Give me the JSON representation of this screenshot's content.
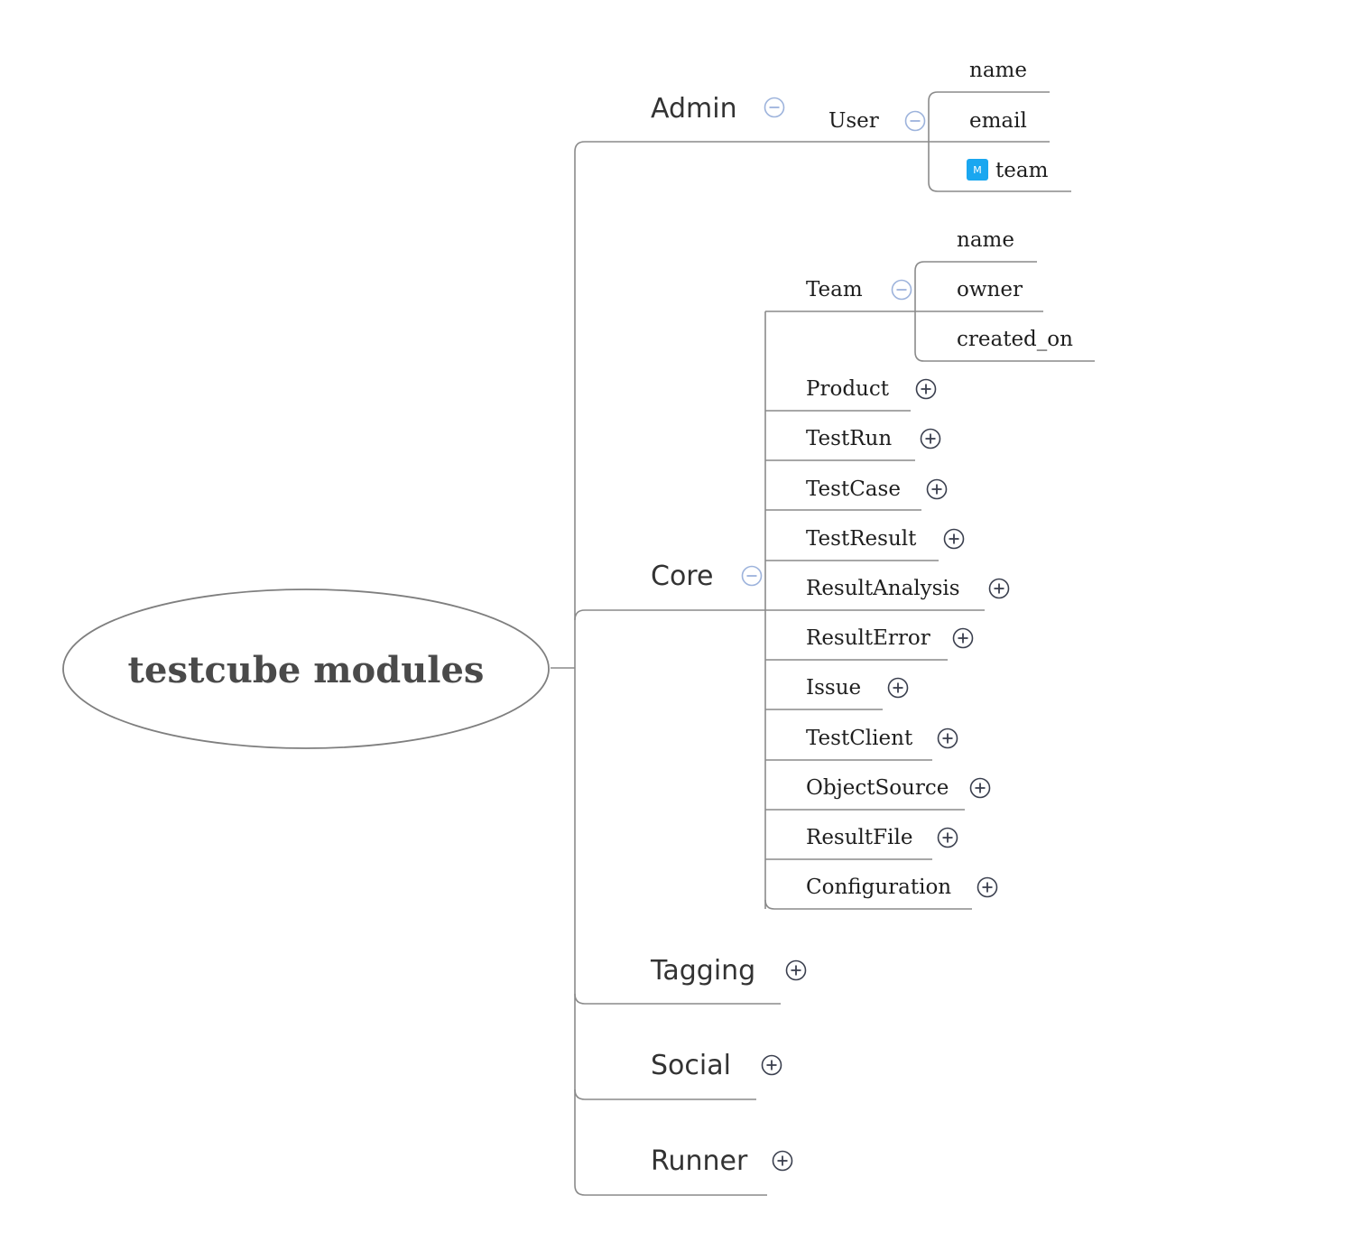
{
  "root": {
    "label": "testcube modules"
  },
  "branches": [
    {
      "label": "Admin",
      "toggle": "minus",
      "children": [
        {
          "label": "User",
          "toggle": "minus",
          "children": [
            {
              "label": "name"
            },
            {
              "label": "email"
            },
            {
              "label": "team",
              "marker": {
                "icon": "marker-icon",
                "letter": "M",
                "color": "#1aa7f0"
              }
            }
          ]
        }
      ]
    },
    {
      "label": "Core",
      "toggle": "minus",
      "children": [
        {
          "label": "Team",
          "toggle": "minus",
          "children": [
            {
              "label": "name"
            },
            {
              "label": "owner"
            },
            {
              "label": "created_on"
            }
          ]
        },
        {
          "label": "Product",
          "toggle": "plus"
        },
        {
          "label": "TestRun",
          "toggle": "plus"
        },
        {
          "label": "TestCase",
          "toggle": "plus"
        },
        {
          "label": "TestResult",
          "toggle": "plus"
        },
        {
          "label": "ResultAnalysis",
          "toggle": "plus"
        },
        {
          "label": "ResultError",
          "toggle": "plus"
        },
        {
          "label": "Issue",
          "toggle": "plus"
        },
        {
          "label": "TestClient",
          "toggle": "plus"
        },
        {
          "label": "ObjectSource",
          "toggle": "plus"
        },
        {
          "label": "ResultFile",
          "toggle": "plus"
        },
        {
          "label": "Configuration",
          "toggle": "plus"
        }
      ]
    },
    {
      "label": "Tagging",
      "toggle": "plus",
      "children": []
    },
    {
      "label": "Social",
      "toggle": "plus",
      "children": []
    },
    {
      "label": "Runner",
      "toggle": "plus",
      "children": []
    }
  ],
  "colors": {
    "connector": "#8a8a8a",
    "collapse_toggle": "#9db3dc",
    "expand_toggle": "#3a3f4e",
    "marker": "#1aa7f0"
  }
}
